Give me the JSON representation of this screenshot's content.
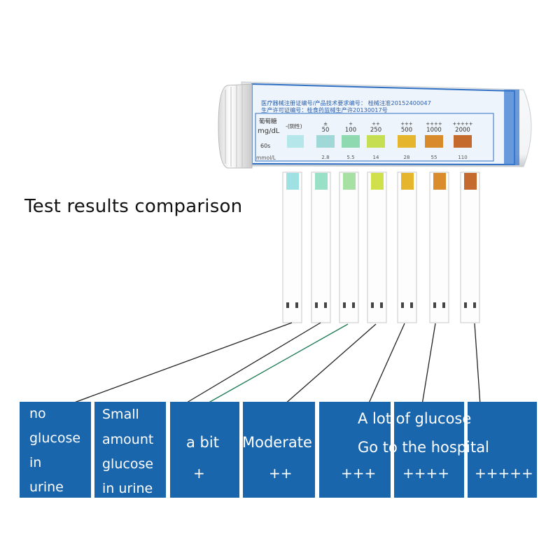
{
  "title": "Test results comparison",
  "bottle": {
    "label_lines": [
      "医疗器械注册证编号/产品技术要求编号：  桂械注准20152400047",
      "生产许可证编号：桂食药监械生产许20130017号"
    ],
    "analyte": "葡萄糖",
    "unit_mg": "mg/dL",
    "unit_mmol": "mmol/L",
    "time": "60s",
    "neg_label": "-(阴性)",
    "levels": [
      {
        "sign": "±",
        "mg": "50",
        "mmol": "2.8",
        "color": "#9fd8d6"
      },
      {
        "sign": "+",
        "mg": "100",
        "mmol": "5.5",
        "color": "#8ed9b0"
      },
      {
        "sign": "++",
        "mg": "250",
        "mmol": "14",
        "color": "#c6de52"
      },
      {
        "sign": "+++",
        "mg": "500",
        "mmol": "28",
        "color": "#e6b52e"
      },
      {
        "sign": "++++",
        "mg": "1000",
        "mmol": "55",
        "color": "#d98a2a"
      },
      {
        "sign": "+++++",
        "mg": "2000",
        "mmol": "110",
        "color": "#c46a2c"
      }
    ],
    "neg_color": "#b4e6ea"
  },
  "strips": [
    {
      "pad_color": "#9fe0e2"
    },
    {
      "pad_color": "#9ae0c6"
    },
    {
      "pad_color": "#a6e0a2"
    },
    {
      "pad_color": "#cfe04a"
    },
    {
      "pad_color": "#e6b52e"
    },
    {
      "pad_color": "#da8c2c"
    },
    {
      "pad_color": "#c56a2e"
    }
  ],
  "results": {
    "box1": {
      "lines": [
        "no",
        "glucose",
        "in",
        "urine"
      ]
    },
    "box2": {
      "lines": [
        "Small",
        "amount",
        "glucose",
        "in urine"
      ]
    },
    "box3": {
      "label": "a bit",
      "sign": "+"
    },
    "box4": {
      "label": "Moderate",
      "sign": "++"
    },
    "box5": {
      "sign": "+++"
    },
    "box6": {
      "sign": "++++"
    },
    "box7": {
      "sign": "+++++"
    },
    "overlay_line1": "A lot of glucose",
    "overlay_line2": "Go to the hospital"
  }
}
